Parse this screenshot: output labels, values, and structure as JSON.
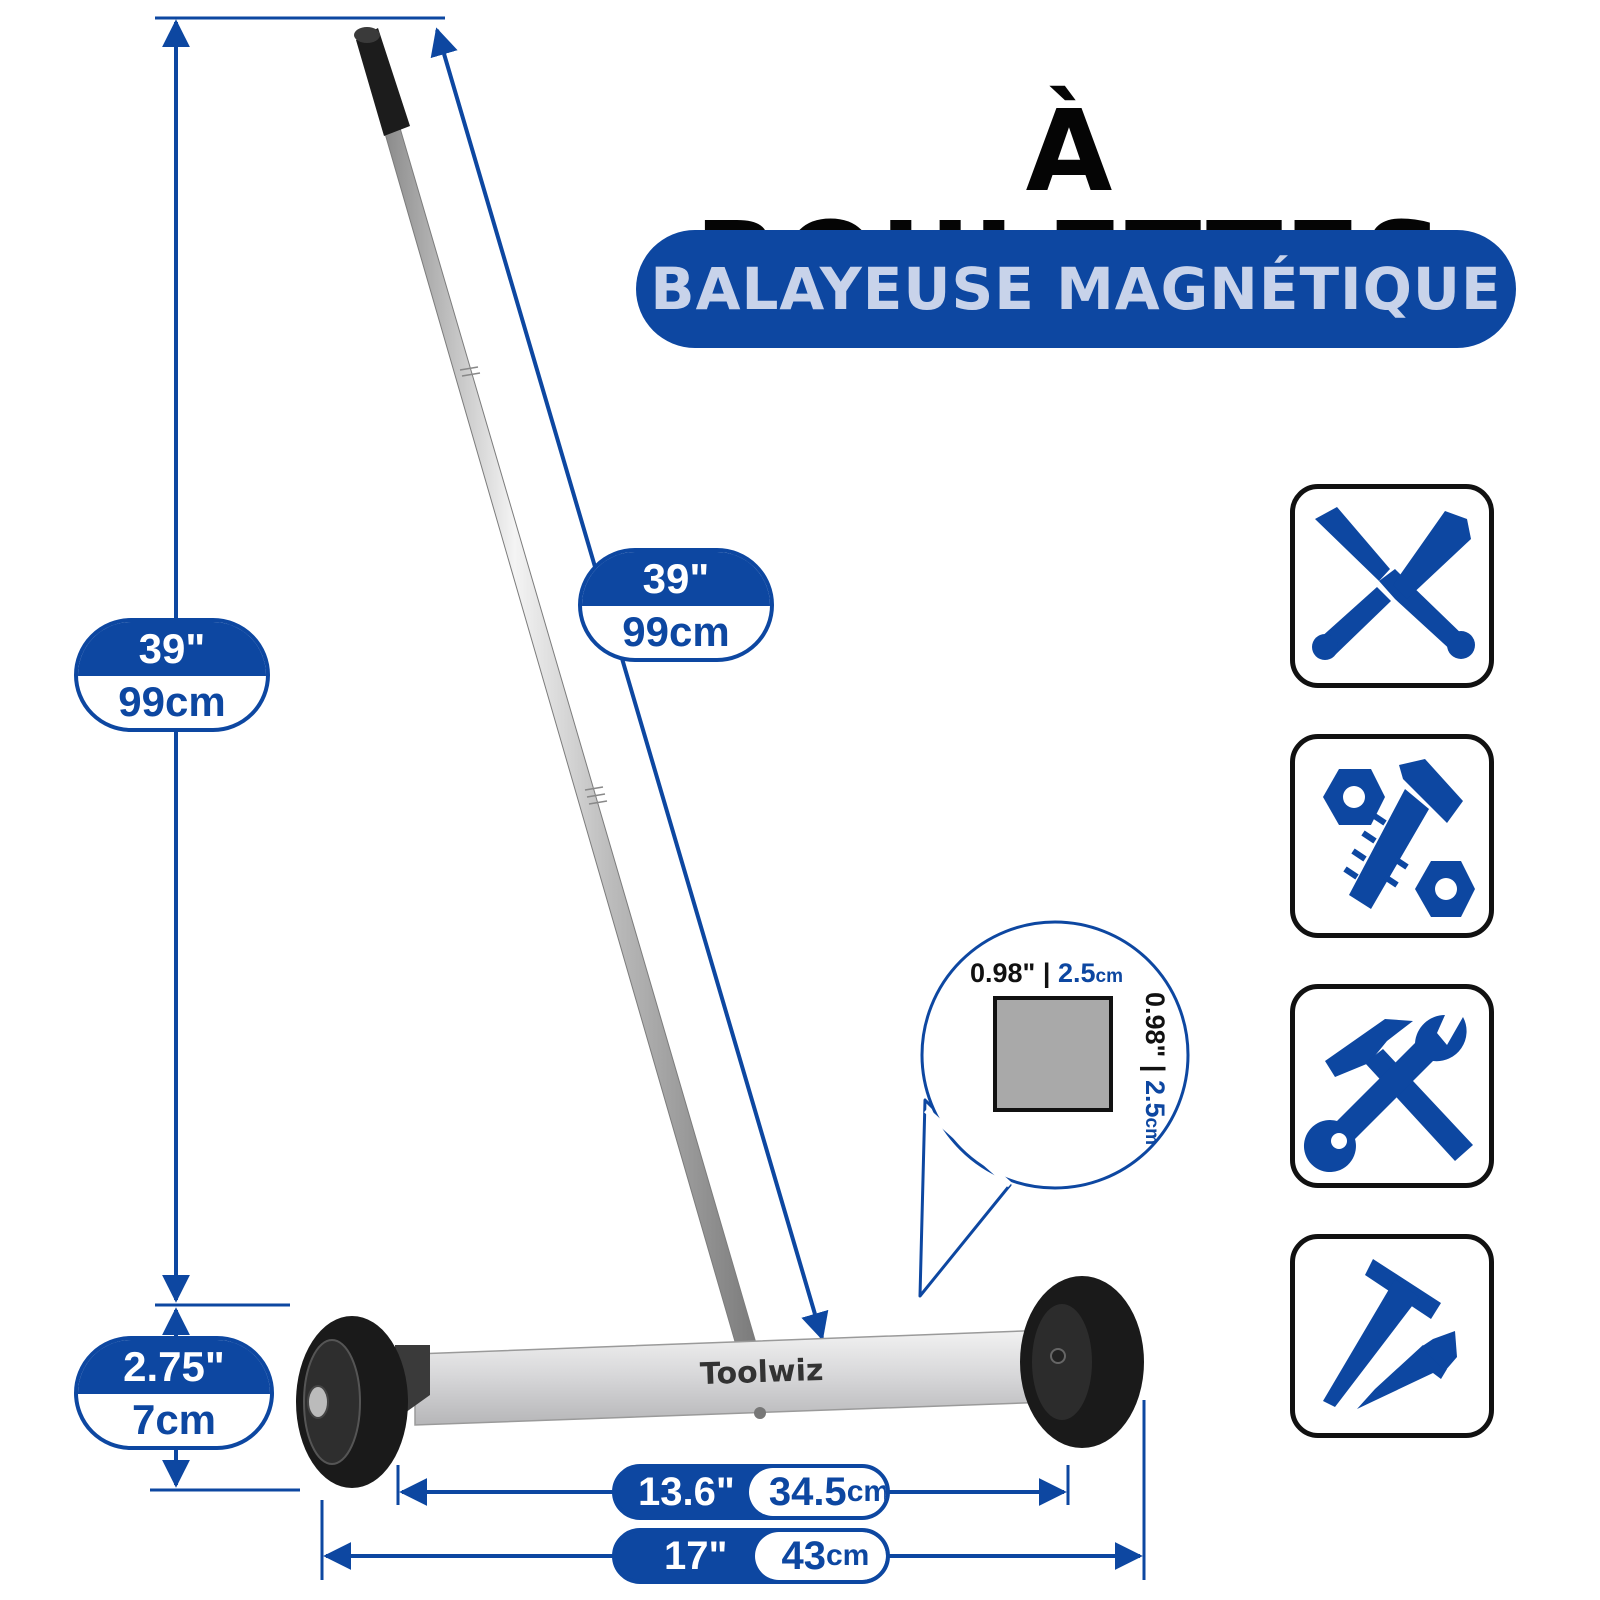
{
  "title": "À ROULETTES",
  "subtitle": "BALAYEUSE MAGNÉTIQUE",
  "brand": "Toolwiz",
  "dimensions": {
    "total_height": {
      "in": "39\"",
      "cm": "99cm"
    },
    "handle_length": {
      "in": "39\"",
      "cm": "99cm"
    },
    "wheel_height": {
      "in": "2.75\"",
      "cm": "7cm"
    },
    "magnet_width": {
      "in": "13.6\"",
      "cm_value": "34.5",
      "cm_unit": "cm"
    },
    "overall_width": {
      "in": "17\"",
      "cm_value": "43",
      "cm_unit": "cm"
    },
    "magnet_section": {
      "in": "0.98\"",
      "sep": "|",
      "cm_value": "2.5",
      "cm_unit": "cm"
    }
  },
  "icons": [
    "screwdrivers-icon",
    "nuts-bolt-icon",
    "hammer-wrench-icon",
    "nails-icon"
  ],
  "colors": {
    "accent": "#0d47a1",
    "text": "#050505",
    "wheel": "#1a1a1a",
    "bar": "#d9d9db",
    "magnet": "#a9a9a9"
  }
}
